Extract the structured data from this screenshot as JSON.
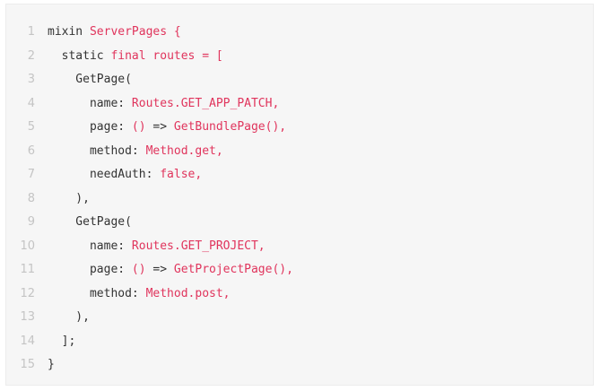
{
  "code_block": {
    "language": "dart",
    "colors": {
      "background": "#f6f6f6",
      "line_number": "#c4c4c4",
      "plain": "#333333",
      "highlight": "#e0345c"
    },
    "lines": [
      {
        "number": "1",
        "tokens": [
          {
            "t": "mixin ",
            "c": "plain"
          },
          {
            "t": "ServerPages {",
            "c": "red"
          }
        ]
      },
      {
        "number": "2",
        "tokens": [
          {
            "t": "  static ",
            "c": "plain"
          },
          {
            "t": "final routes = [",
            "c": "red"
          }
        ]
      },
      {
        "number": "3",
        "tokens": [
          {
            "t": "    GetPage(",
            "c": "plain"
          }
        ]
      },
      {
        "number": "4",
        "tokens": [
          {
            "t": "      name: ",
            "c": "plain"
          },
          {
            "t": "Routes.GET_APP_PATCH,",
            "c": "red"
          }
        ]
      },
      {
        "number": "5",
        "tokens": [
          {
            "t": "      page: ",
            "c": "plain"
          },
          {
            "t": "()",
            "c": "red"
          },
          {
            "t": " => ",
            "c": "plain"
          },
          {
            "t": "GetBundlePage(),",
            "c": "red"
          }
        ]
      },
      {
        "number": "6",
        "tokens": [
          {
            "t": "      method: ",
            "c": "plain"
          },
          {
            "t": "Method.get,",
            "c": "red"
          }
        ]
      },
      {
        "number": "7",
        "tokens": [
          {
            "t": "      needAuth: ",
            "c": "plain"
          },
          {
            "t": "false,",
            "c": "red"
          }
        ]
      },
      {
        "number": "8",
        "tokens": [
          {
            "t": "    ),",
            "c": "plain"
          }
        ]
      },
      {
        "number": "9",
        "tokens": [
          {
            "t": "    GetPage(",
            "c": "plain"
          }
        ]
      },
      {
        "number": "10",
        "tokens": [
          {
            "t": "      name: ",
            "c": "plain"
          },
          {
            "t": "Routes.GET_PROJECT,",
            "c": "red"
          }
        ]
      },
      {
        "number": "11",
        "tokens": [
          {
            "t": "      page: ",
            "c": "plain"
          },
          {
            "t": "()",
            "c": "red"
          },
          {
            "t": " => ",
            "c": "plain"
          },
          {
            "t": "GetProjectPage(),",
            "c": "red"
          }
        ]
      },
      {
        "number": "12",
        "tokens": [
          {
            "t": "      method: ",
            "c": "plain"
          },
          {
            "t": "Method.post,",
            "c": "red"
          }
        ]
      },
      {
        "number": "13",
        "tokens": [
          {
            "t": "    ),",
            "c": "plain"
          }
        ]
      },
      {
        "number": "14",
        "tokens": [
          {
            "t": "  ];",
            "c": "plain"
          }
        ]
      },
      {
        "number": "15",
        "tokens": [
          {
            "t": "}",
            "c": "plain"
          }
        ]
      }
    ]
  }
}
